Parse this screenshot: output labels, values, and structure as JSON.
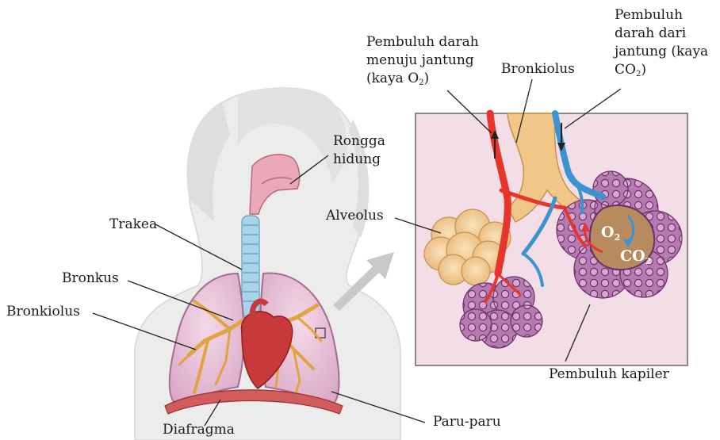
{
  "labels": {
    "rongga_hidung": [
      "Rongga",
      "hidung"
    ],
    "trakea": "Trakea",
    "bronkus": "Bronkus",
    "bronkiolus_left": "Bronkiolus",
    "diafragma": "Diafragma",
    "paru_paru": "Paru-paru",
    "alveolus": "Alveolus",
    "bronkiolus_inset": "Bronkiolus",
    "pembuluh_menuju": {
      "line1": "Pembuluh darah",
      "line2": "menuju jantung",
      "line3_prefix": "(kaya O",
      "line3_sub": "2",
      "line3_suffix": ")"
    },
    "pembuluh_dari": {
      "line1": "Pembuluh",
      "line2": "darah dari",
      "line3": "jantung (kaya",
      "line4_prefix": "CO",
      "line4_sub": "2",
      "line4_suffix": ")"
    },
    "pembuluh_kapiler": "Pembuluh kapiler"
  },
  "gases": {
    "o2": {
      "base": "O",
      "sub": "2"
    },
    "co2": {
      "base": "CO",
      "sub": "2"
    }
  },
  "colors": {
    "inset_bg": "#f3dde6",
    "blood_oxygenated": "#e8352b",
    "blood_deoxygenated": "#3b93cf",
    "bronchiole": "#f2c98a",
    "alveoli": "#9b5c93",
    "lung": "#e6bfd5",
    "heart": "#c83a3a",
    "body_silhouette": "#e9e9ea"
  }
}
